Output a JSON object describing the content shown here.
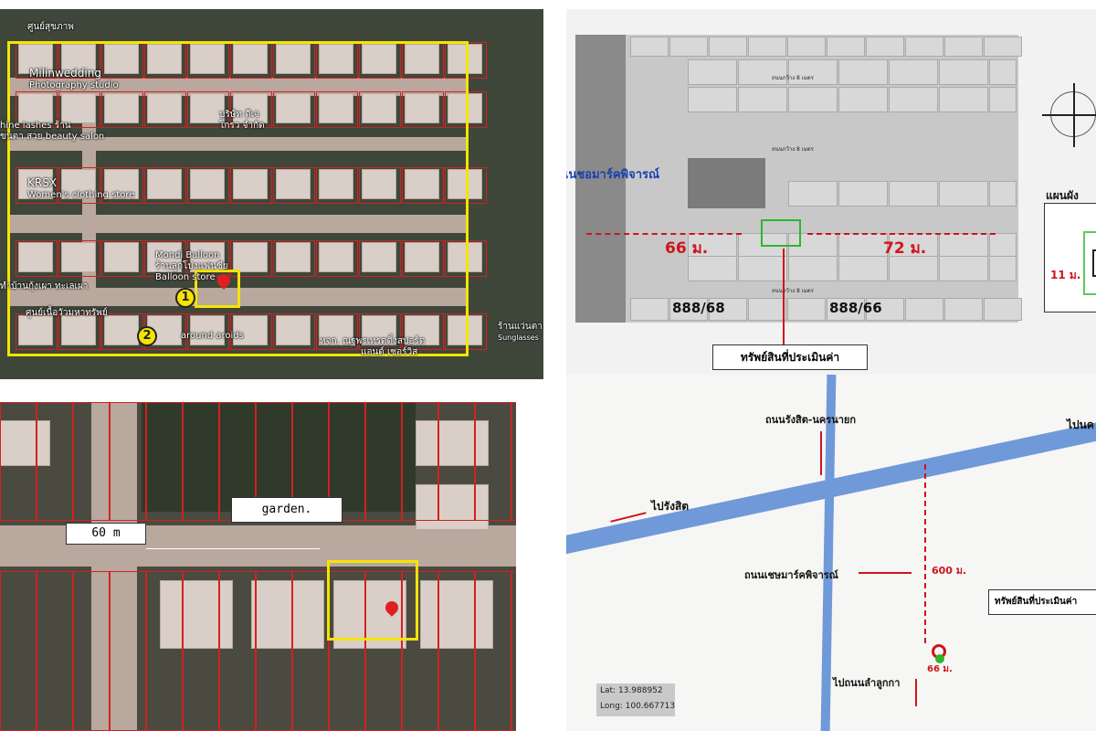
{
  "satellite_overview": {
    "pois": [
      {
        "name": "ศูนย์สุขภาพ"
      },
      {
        "name": "Milinwedding",
        "sub": "Photography studio"
      },
      {
        "name": "hine lashes ร้าน",
        "sub": "ขนตา สวย beauty salon"
      },
      {
        "name": "บริษัท ดีเจ",
        "sub": "โกรว จำกัด"
      },
      {
        "name": "KRSX",
        "sub": "Women's clothing store"
      },
      {
        "name": "Mondi Balloon",
        "sub": "ร้านลูกโป่งแฟนซีย",
        "sub2": "Balloon store"
      },
      {
        "name": "ทำบ้านกุ้งเผา ทะเลเผา"
      },
      {
        "name": "ศูนย์เนื้อวัวมหาทรัพย์"
      },
      {
        "name": "around aroids"
      },
      {
        "name": "หจก. ณฐพรเทรดดิ้งสปอร์ต",
        "sub": "แอนด์ เซอร์วิส"
      },
      {
        "name": "ร้านแว่นตา",
        "sub": "Sunglasses"
      }
    ],
    "markers": [
      "1",
      "2"
    ]
  },
  "satellite_detail": {
    "garden_label": "garden.",
    "distance_label": "60 m"
  },
  "site_plan": {
    "road_name": "เนชอมาร์คพิจารณ์",
    "street_label": "ถนนกว้าง 8 เมตร",
    "dist_left": "66 ม.",
    "dist_right": "72 ม.",
    "lot_left": "888/68",
    "lot_right": "888/66",
    "property_label": "ทรัพย์สินที่ประเมินค่า",
    "inset_title": "แผนผัง",
    "inset_width": "11 ม."
  },
  "road_map": {
    "main_road": "ถนนรังสิต-นครนายก",
    "to_left": "ไปรังสิต",
    "to_right": "ไปนค",
    "side_road": "ถนนเชษมาร์คพิจารณ์",
    "dist_600": "600 ม.",
    "dist_66": "66 ม.",
    "to_south": "ไปถนนลำลูกกา",
    "property_label": "ทรัพย์สินที่ประเมินค่า",
    "lat": "Lat: 13.988952",
    "long": "Long: 100.667713"
  },
  "colors": {
    "highlight": "#f5e400",
    "boundary": "#d42020",
    "road": "#6f99d8",
    "property": "#2fb52f"
  }
}
